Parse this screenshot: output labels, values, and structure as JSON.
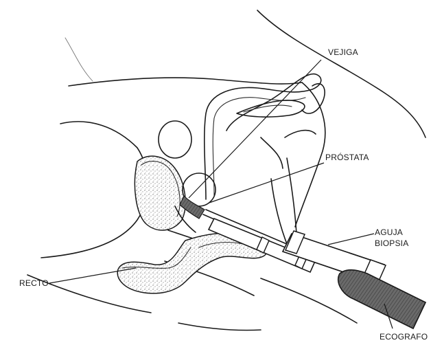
{
  "labels": {
    "bladder": "VEJIGA",
    "prostate": "PRÓSTATA",
    "needle_line1": "AGUJA",
    "needle_line2": "BIOPSIA",
    "rectum": "RECTO",
    "ultrasound": "ECOGRAFO"
  },
  "colors": {
    "line": "#1a1a1a",
    "stipple": "#9a9a9a",
    "probe": "#555555"
  }
}
